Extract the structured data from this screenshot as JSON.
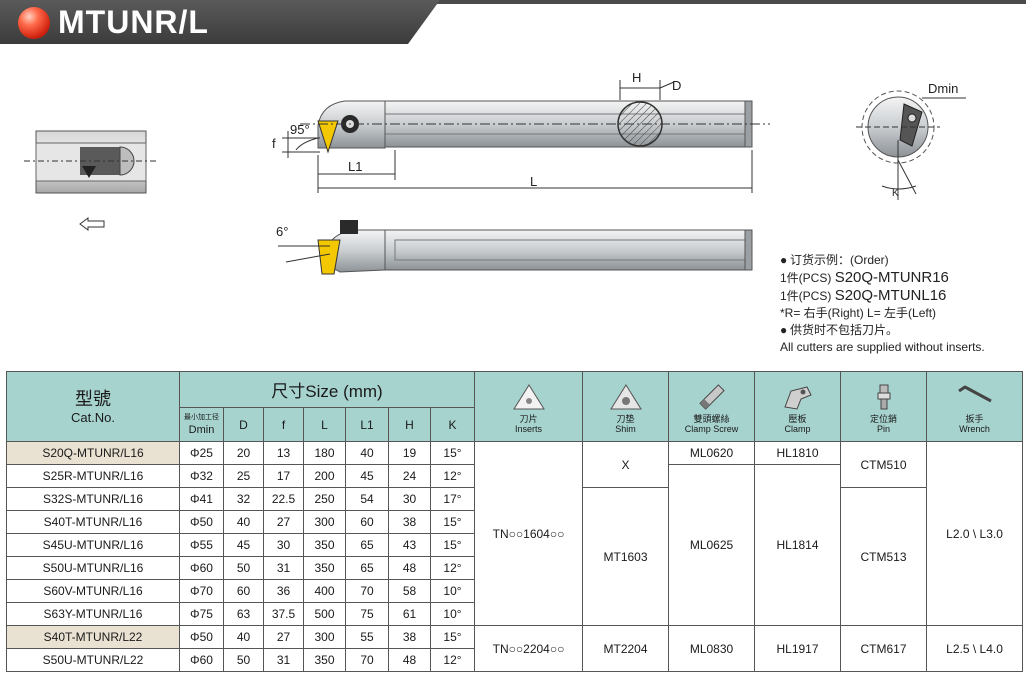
{
  "header": {
    "title": "MTUNR/L"
  },
  "labels": {
    "H": "H",
    "D": "D",
    "f": "f",
    "angle95": "95°",
    "L1": "L1",
    "L": "L",
    "angle6": "6°",
    "Dmin": "Dmin",
    "K": "K"
  },
  "order": {
    "line1": "订货示例：(Order)",
    "line2_prefix": "1件(PCS)",
    "line2_code": "S20Q-MTUNR16",
    "line3_prefix": "1件(PCS)",
    "line3_code": "S20Q-MTUNL16",
    "line4": "*R= 右手(Right)   L= 左手(Left)",
    "line5": "供货时不包括刀片。",
    "line6": "All cutters are supplied without inserts."
  },
  "table": {
    "model_cn": "型號",
    "model_en": "Cat.No.",
    "size_title": "尺寸Size (mm)",
    "dmin_cn": "最小加工径",
    "dmin": "Dmin",
    "cols": [
      "D",
      "f",
      "L",
      "L1",
      "H",
      "K"
    ],
    "parts": [
      {
        "cn": "刀片",
        "en": "Inserts",
        "icon": "insert-icon"
      },
      {
        "cn": "刀垫",
        "en": "Shim",
        "icon": "shim-icon"
      },
      {
        "cn": "雙頭螺絲",
        "en": "Clamp Screw",
        "icon": "screw-icon"
      },
      {
        "cn": "壓板",
        "en": "Clamp",
        "icon": "clamp-icon"
      },
      {
        "cn": "定位銷",
        "en": "Pin",
        "icon": "pin-icon"
      },
      {
        "cn": "扳手",
        "en": "Wrench",
        "icon": "wrench-icon"
      }
    ],
    "rows": [
      [
        "S20Q-MTUNR/L16",
        "Φ25",
        "20",
        "13",
        "180",
        "40",
        "19",
        "15°"
      ],
      [
        "S25R-MTUNR/L16",
        "Φ32",
        "25",
        "17",
        "200",
        "45",
        "24",
        "12°"
      ],
      [
        "S32S-MTUNR/L16",
        "Φ41",
        "32",
        "22.5",
        "250",
        "54",
        "30",
        "17°"
      ],
      [
        "S40T-MTUNR/L16",
        "Φ50",
        "40",
        "27",
        "300",
        "60",
        "38",
        "15°"
      ],
      [
        "S45U-MTUNR/L16",
        "Φ55",
        "45",
        "30",
        "350",
        "65",
        "43",
        "15°"
      ],
      [
        "S50U-MTUNR/L16",
        "Φ60",
        "50",
        "31",
        "350",
        "65",
        "48",
        "12°"
      ],
      [
        "S60V-MTUNR/L16",
        "Φ70",
        "60",
        "36",
        "400",
        "70",
        "58",
        "10°"
      ],
      [
        "S63Y-MTUNR/L16",
        "Φ75",
        "63",
        "37.5",
        "500",
        "75",
        "61",
        "10°"
      ],
      [
        "S40T-MTUNR/L22",
        "Φ50",
        "40",
        "27",
        "300",
        "55",
        "38",
        "15°"
      ],
      [
        "S50U-MTUNR/L22",
        "Φ60",
        "50",
        "31",
        "350",
        "70",
        "48",
        "12°"
      ]
    ],
    "insert16": "TN○○1604○○",
    "insert22": "TN○○2204○○",
    "shim_x": "X",
    "shim16": "MT1603",
    "shim22": "MT2204",
    "screw_a": "ML0620",
    "screw_b": "ML0625",
    "screw22": "ML0830",
    "clamp_a": "HL1810",
    "clamp_b": "HL1814",
    "clamp22": "HL1917",
    "pin_a": "CTM510",
    "pin_b": "CTM513",
    "pin22": "CTM617",
    "wrench16": "L2.0 \\ L3.0",
    "wrench22": "L2.5 \\ L4.0"
  }
}
